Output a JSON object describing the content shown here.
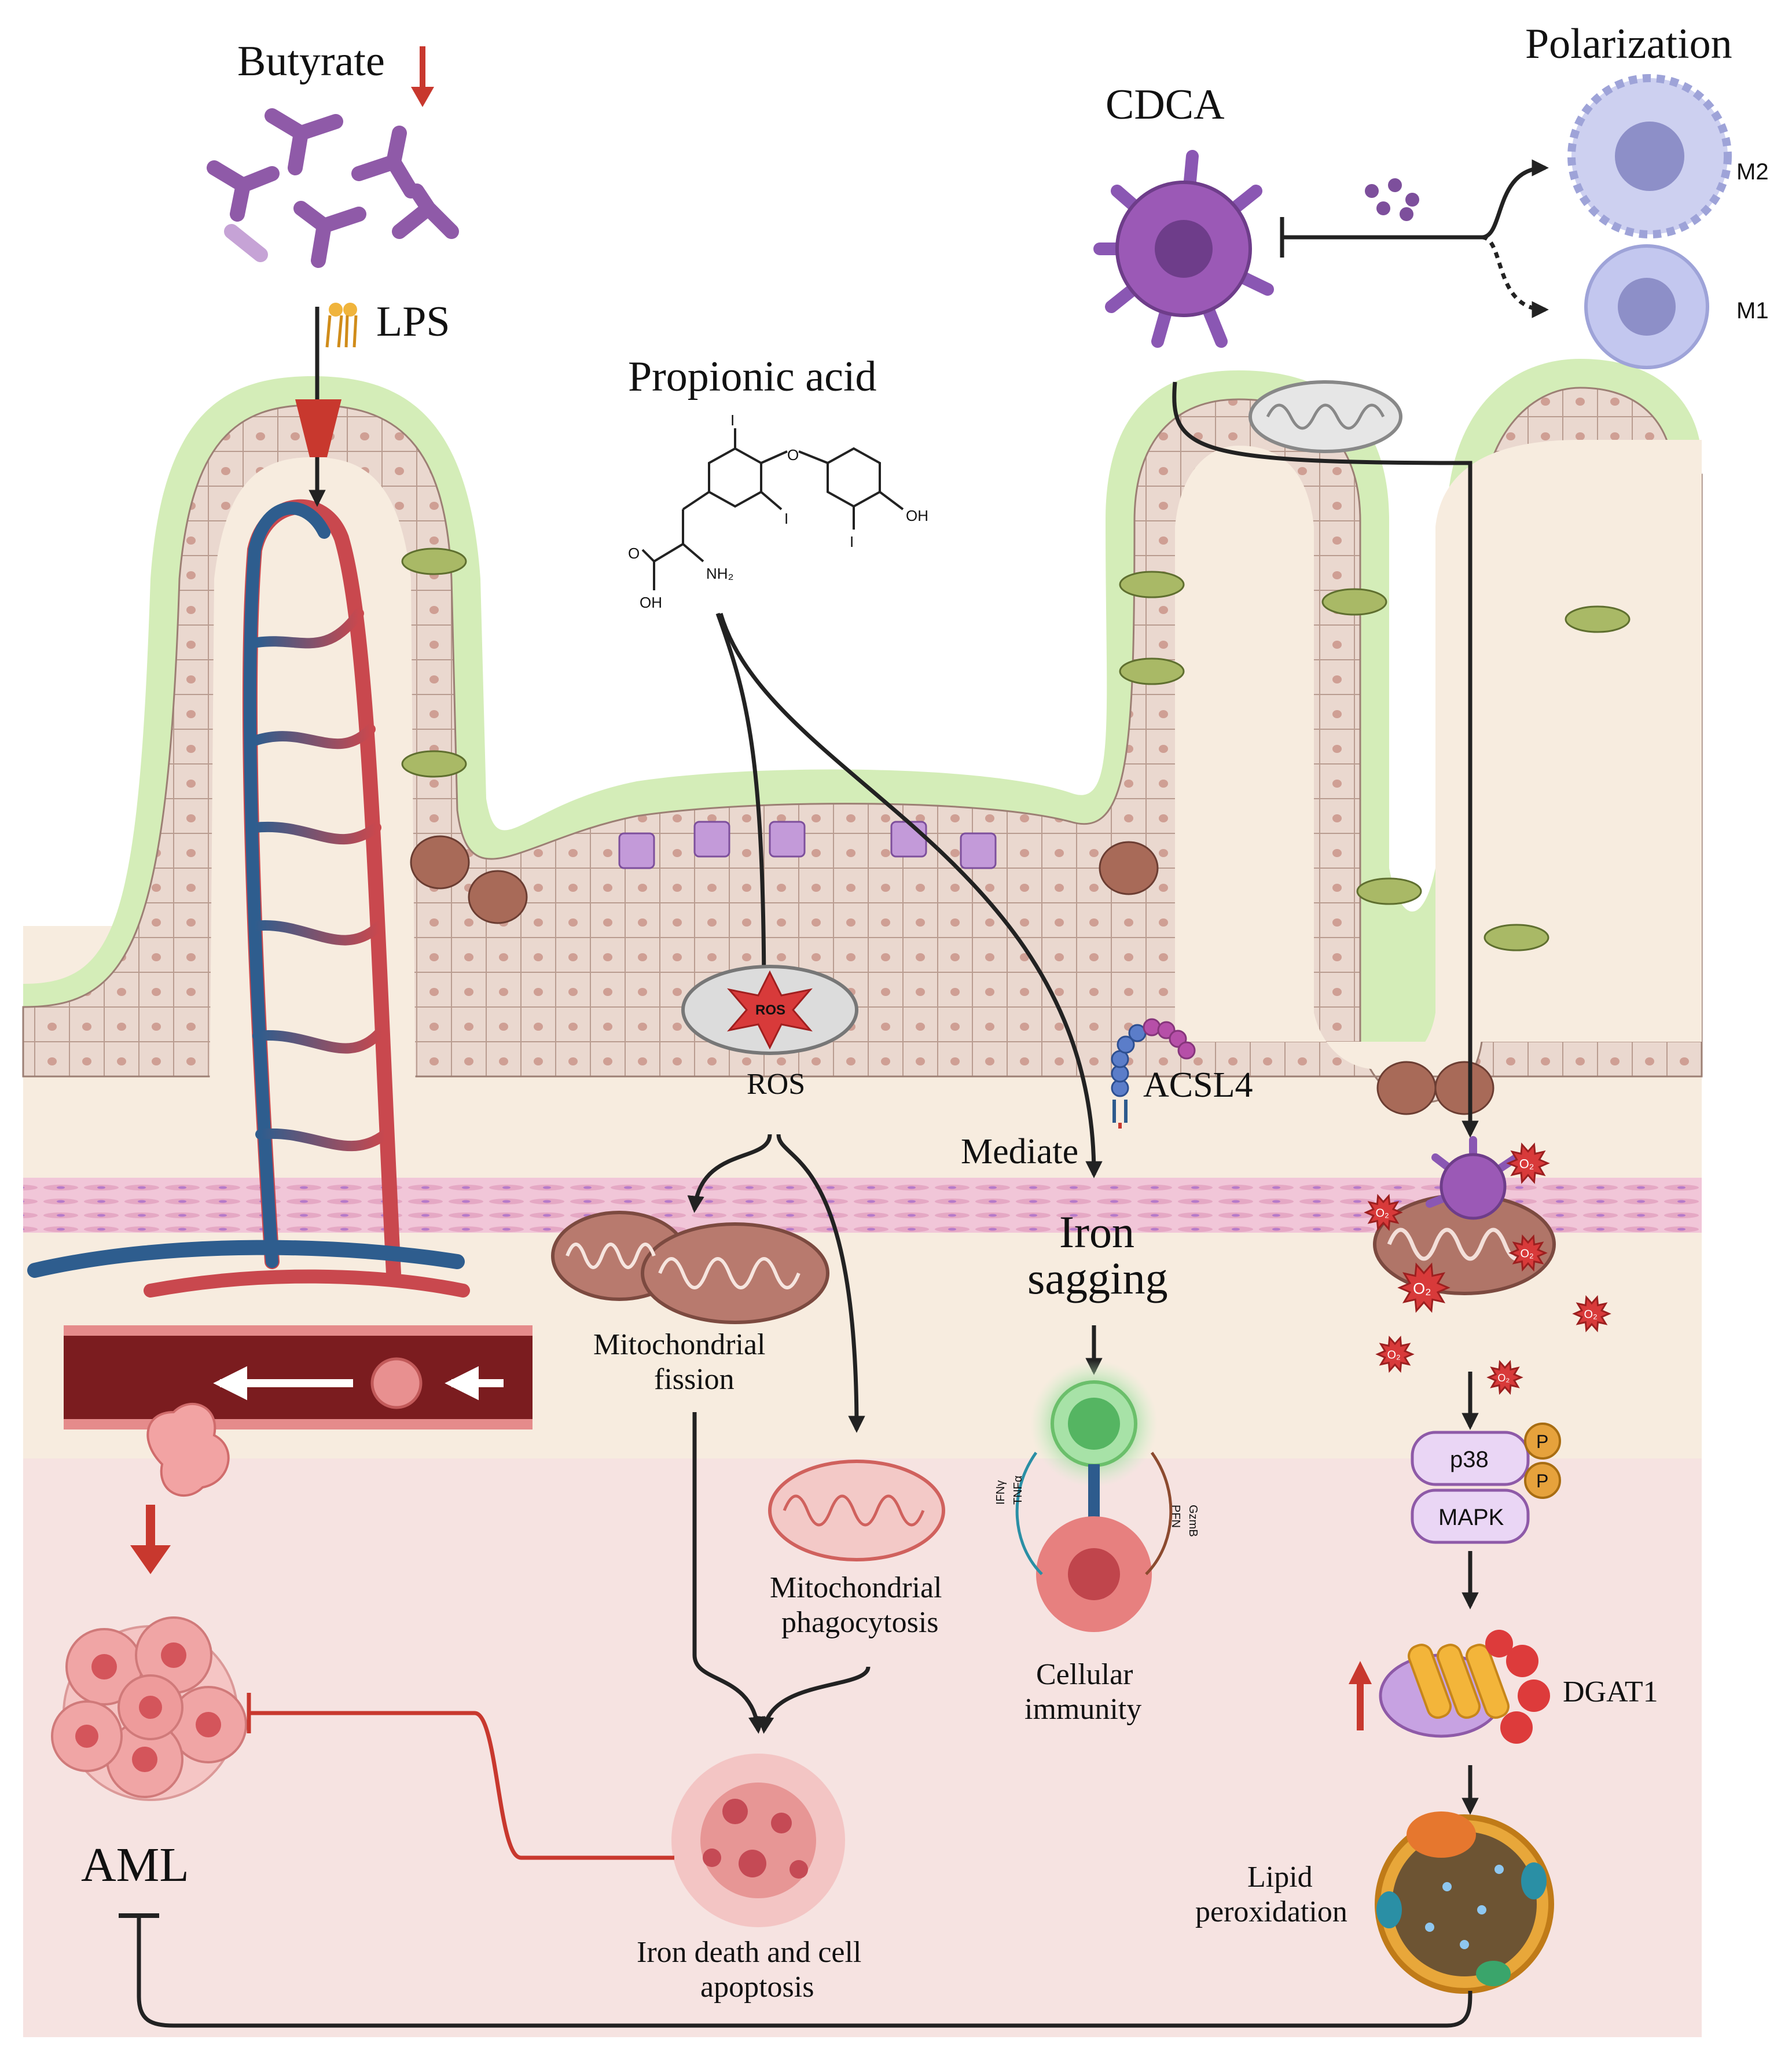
{
  "labels": {
    "butyrate": "Butyrate",
    "lps": "LPS",
    "propionic_acid": "Propionic acid",
    "cdca": "CDCA",
    "polarization": "Polarization",
    "m2": "M2",
    "m1": "M1",
    "ros_badge": "ROS",
    "ros": "ROS",
    "acsl4": "ACSL4",
    "mediate": "Mediate",
    "iron_sagging_line1": "Iron",
    "iron_sagging_line2": "sagging",
    "mito_fission_line1": "Mitochondrial",
    "mito_fission_line2": "fission",
    "mito_phago_line1": "Mitochondrial",
    "mito_phago_line2": "phagocytosis",
    "cellular_immunity_line1": "Cellular",
    "cellular_immunity_line2": "immunity",
    "iron_death_line1": "Iron death and cell",
    "iron_death_line2": "apoptosis",
    "aml": "AML",
    "p38": "p38",
    "mapk": "MAPK",
    "phospho": "P",
    "dgat1": "DGAT1",
    "lipid_perox_line1": "Lipid",
    "lipid_perox_line2": "peroxidation",
    "o2_radical": "O₂",
    "cytokine_ifn": "IFNγ",
    "cytokine_tnf": "TNFα",
    "cytokine_prf": "PFN",
    "cytokine_gzm": "GzmB"
  },
  "molecule_atoms": {
    "iodine": "I",
    "oxygen": "O",
    "hydroxyl": "OH",
    "amine": "NH₂",
    "carbonyl_o": "O",
    "acid_oh": "OH"
  },
  "colors": {
    "arrow": "#222222",
    "inhibition_red": "#c8382e",
    "up_down_red": "#c8382e",
    "vessel_red": "#c9484e",
    "vessel_blue": "#2e5d8e",
    "mucosa_green": "#d4edb8",
    "lamina_propria": "#f7ecdf",
    "lower_zone": "#f6e3e1",
    "macrophage_purple": "#9b59b6",
    "mapk_box": "#ead6f5",
    "phospho_gold": "#e6a23c",
    "ros_star": "#d83a3a"
  },
  "icons": [
    "butyrate-molecules-icon",
    "lps-icon",
    "thyroxine-structure-icon",
    "dendritic-cell-icon",
    "m2-macrophage-icon",
    "m1-macrophage-icon",
    "mitochondrion-icon",
    "acsl4-protein-icon",
    "t-cell-icon",
    "tumor-cell-icon",
    "aml-cluster-icon",
    "dgat1-protein-icon",
    "lipid-droplet-icon"
  ]
}
